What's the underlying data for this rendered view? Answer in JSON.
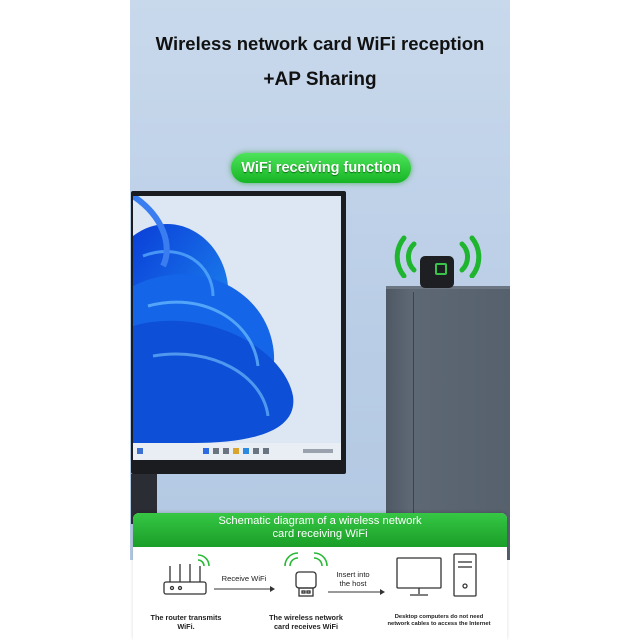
{
  "headline": "Wireless network card WiFi reception",
  "subheadline": "+AP Sharing",
  "function_badge": "WiFi receiving function",
  "diagram": {
    "title_line1": "Schematic diagram of a wireless network",
    "title_line2": "card receiving WiFi",
    "step_receive": "Receive WiFi",
    "step_insert_line1": "Insert into",
    "step_insert_line2": "the host",
    "router_caption_line1": "The router transmits",
    "router_caption_line2": "WiFi.",
    "card_caption_line1": "The wireless network",
    "card_caption_line2": "card receives WiFi",
    "desktop_caption_line1": "Desktop computers do not need",
    "desktop_caption_line2": "network cables to access the Internet"
  },
  "colors": {
    "accent_green": "#22b832",
    "wall": "#c4d5ea",
    "cabinet": "#56616d",
    "monitor_frame": "#1a1c20"
  },
  "icons": [
    "wifi-signal-icon",
    "router-icon",
    "usb-adapter-icon",
    "desktop-computer-icon",
    "monitor-icon"
  ]
}
